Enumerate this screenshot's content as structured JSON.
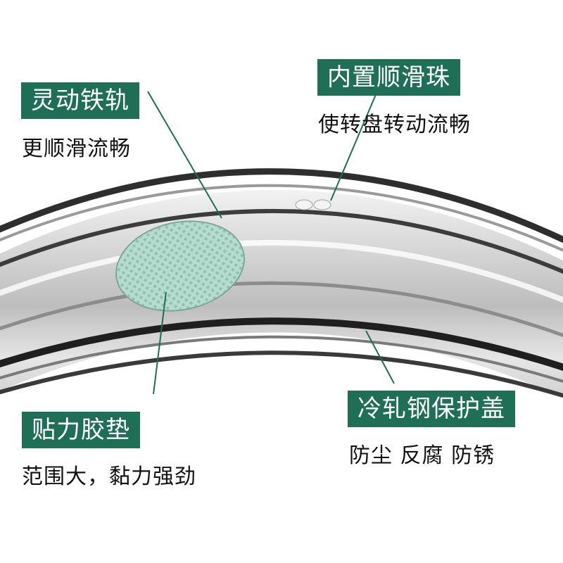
{
  "colors": {
    "tag_bg": "#1e6f55",
    "leader": "#1e6f55",
    "steel_light": "#dcdcdc",
    "steel_dark": "#3a3a3a",
    "pad": "#9ecfc0"
  },
  "callouts": [
    {
      "title": "灵动铁轨",
      "desc": "更顺滑流畅"
    },
    {
      "title": "内置顺滑珠",
      "desc": "使转盘转动流畅"
    },
    {
      "title": "贴力胶垫",
      "desc": "范围大，黏力强劲"
    },
    {
      "title": "冷轧钢保护盖",
      "desc": "防尘 反腐 防锈"
    }
  ]
}
